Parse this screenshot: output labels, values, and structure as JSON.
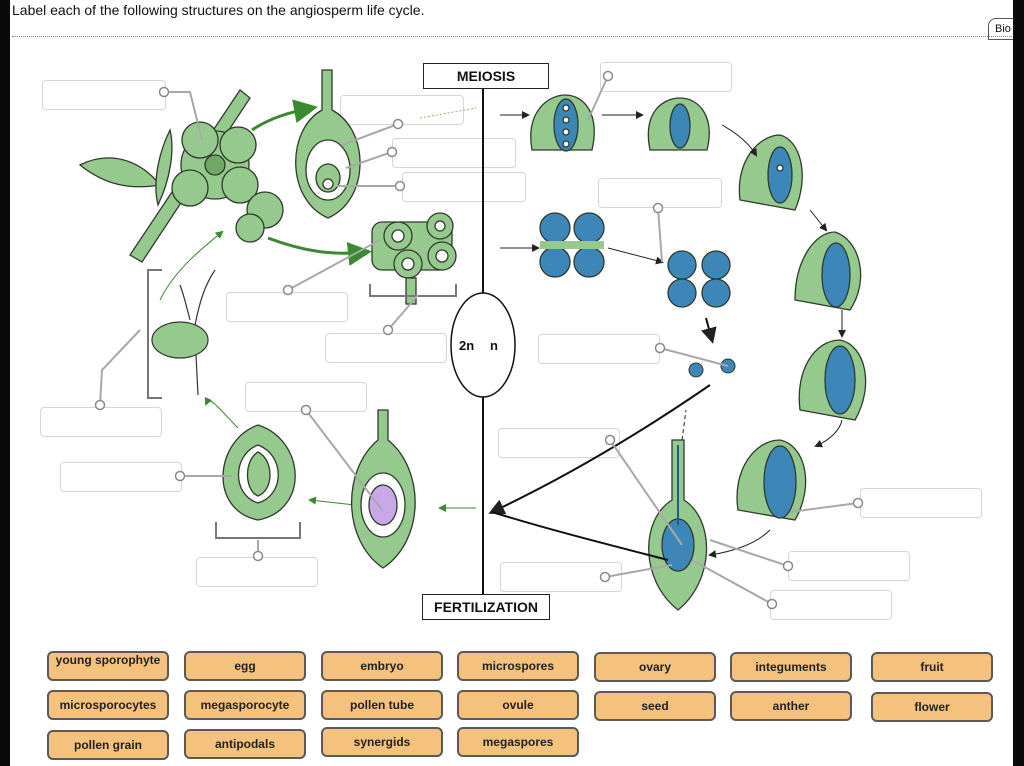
{
  "instruction": "Label each of the following structures on the angiosperm life cycle.",
  "top_tab_label": "Bio",
  "diagram": {
    "meiosis_label": "MEIOSIS",
    "fertilization_label": "FERTILIZATION",
    "ploidy_left": "2n",
    "ploidy_right": "n"
  },
  "term_bank": [
    "young sporophyte",
    "egg",
    "embryo",
    "microspores",
    "ovary",
    "integuments",
    "fruit",
    "microsporocytes",
    "megasporocyte",
    "pollen tube",
    "ovule",
    "seed",
    "anther",
    "flower",
    "pollen grain",
    "antipodals",
    "synergids",
    "megaspores"
  ],
  "colors": {
    "plant_green": "#95c98d",
    "outline": "#2f3a2c",
    "cell_blue": "#3c86b8",
    "tile_orange": "#f5c27e",
    "egg_purple": "#c8a8e6"
  }
}
